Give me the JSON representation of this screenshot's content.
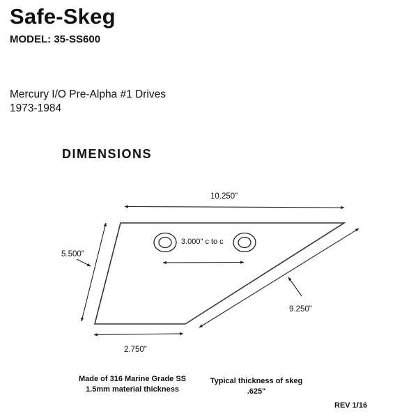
{
  "header": {
    "title": "Safe-Skeg",
    "model": "MODEL: 35-SS600"
  },
  "application": {
    "line1": "Mercury I/O Pre-Alpha #1 Drives",
    "line2": "1973-1984"
  },
  "section_title": "DIMENSIONS",
  "dimensions": {
    "top_length": "10.250\"",
    "front_height": "5.500\"",
    "hole_spacing": "3.000\" c to c",
    "diagonal_length": "9.250\"",
    "bottom_length": "2.750\""
  },
  "notes": {
    "material_line1": "Made of 316  Marine Grade SS",
    "material_line2": "1.5mm  material thickness",
    "thickness_line1": "Typical thickness of skeg",
    "thickness_line2": ".625\""
  },
  "revision": "REV 1/16",
  "colors": {
    "line": "#222222",
    "text": "#111111",
    "background": "#ffffff"
  }
}
